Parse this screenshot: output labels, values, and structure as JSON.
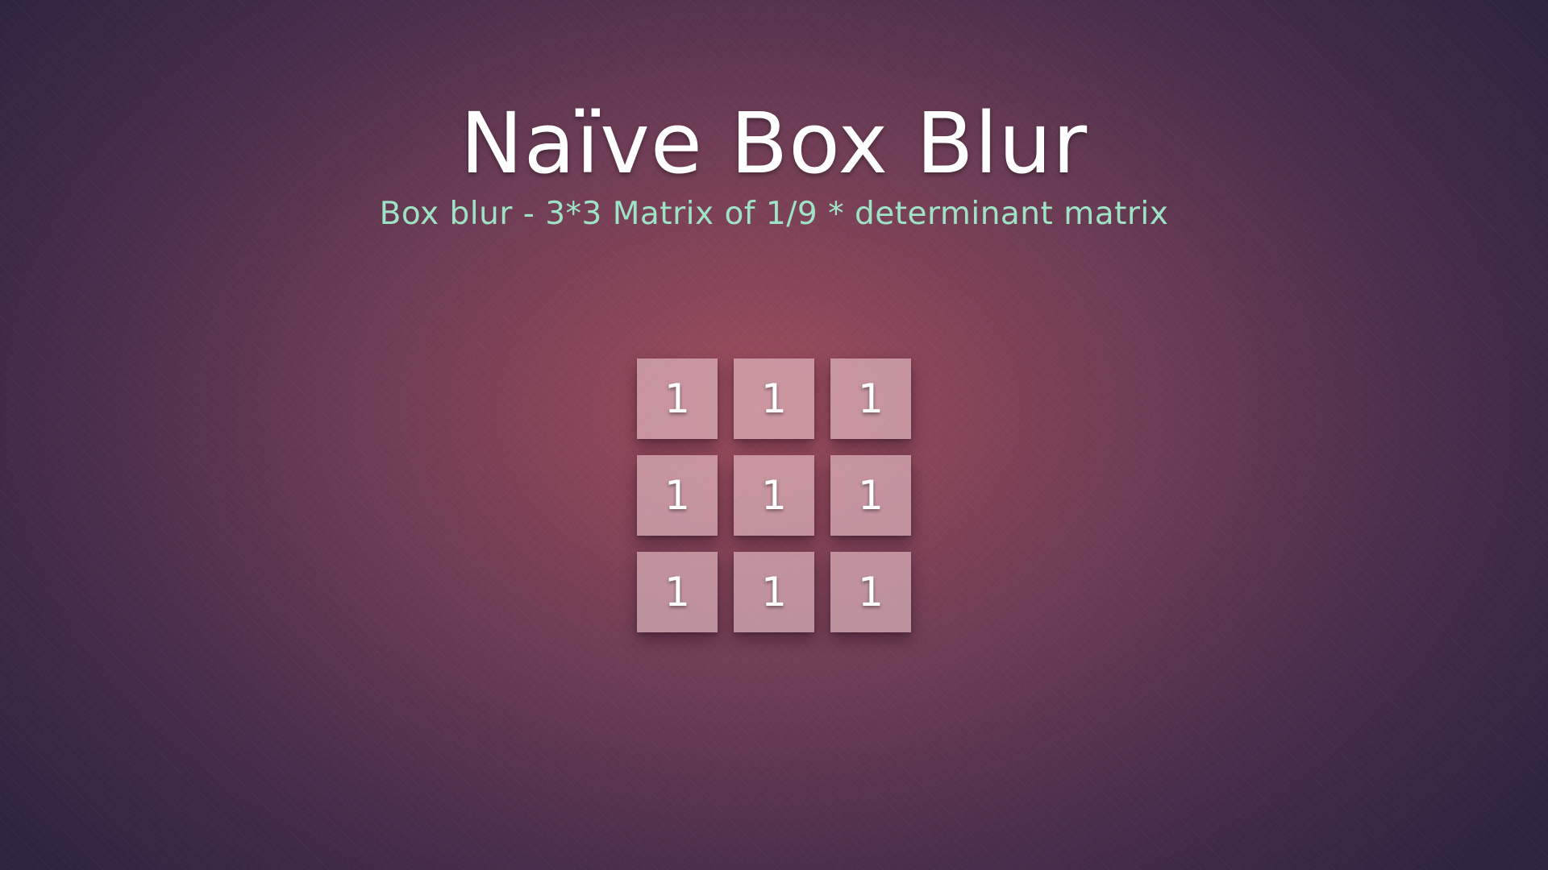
{
  "slide": {
    "title": "Naïve Box Blur",
    "subtitle": "Box blur - 3*3 Matrix of 1/9 * determinant matrix",
    "matrix": [
      [
        "1",
        "1",
        "1"
      ],
      [
        "1",
        "1",
        "1"
      ],
      [
        "1",
        "1",
        "1"
      ]
    ]
  },
  "colors": {
    "background_center": "#9f4f5e",
    "background_edge": "#2e2440",
    "title": "#ffffff",
    "subtitle": "#9fe3c6",
    "cell_fill": "#e8c4ca"
  }
}
